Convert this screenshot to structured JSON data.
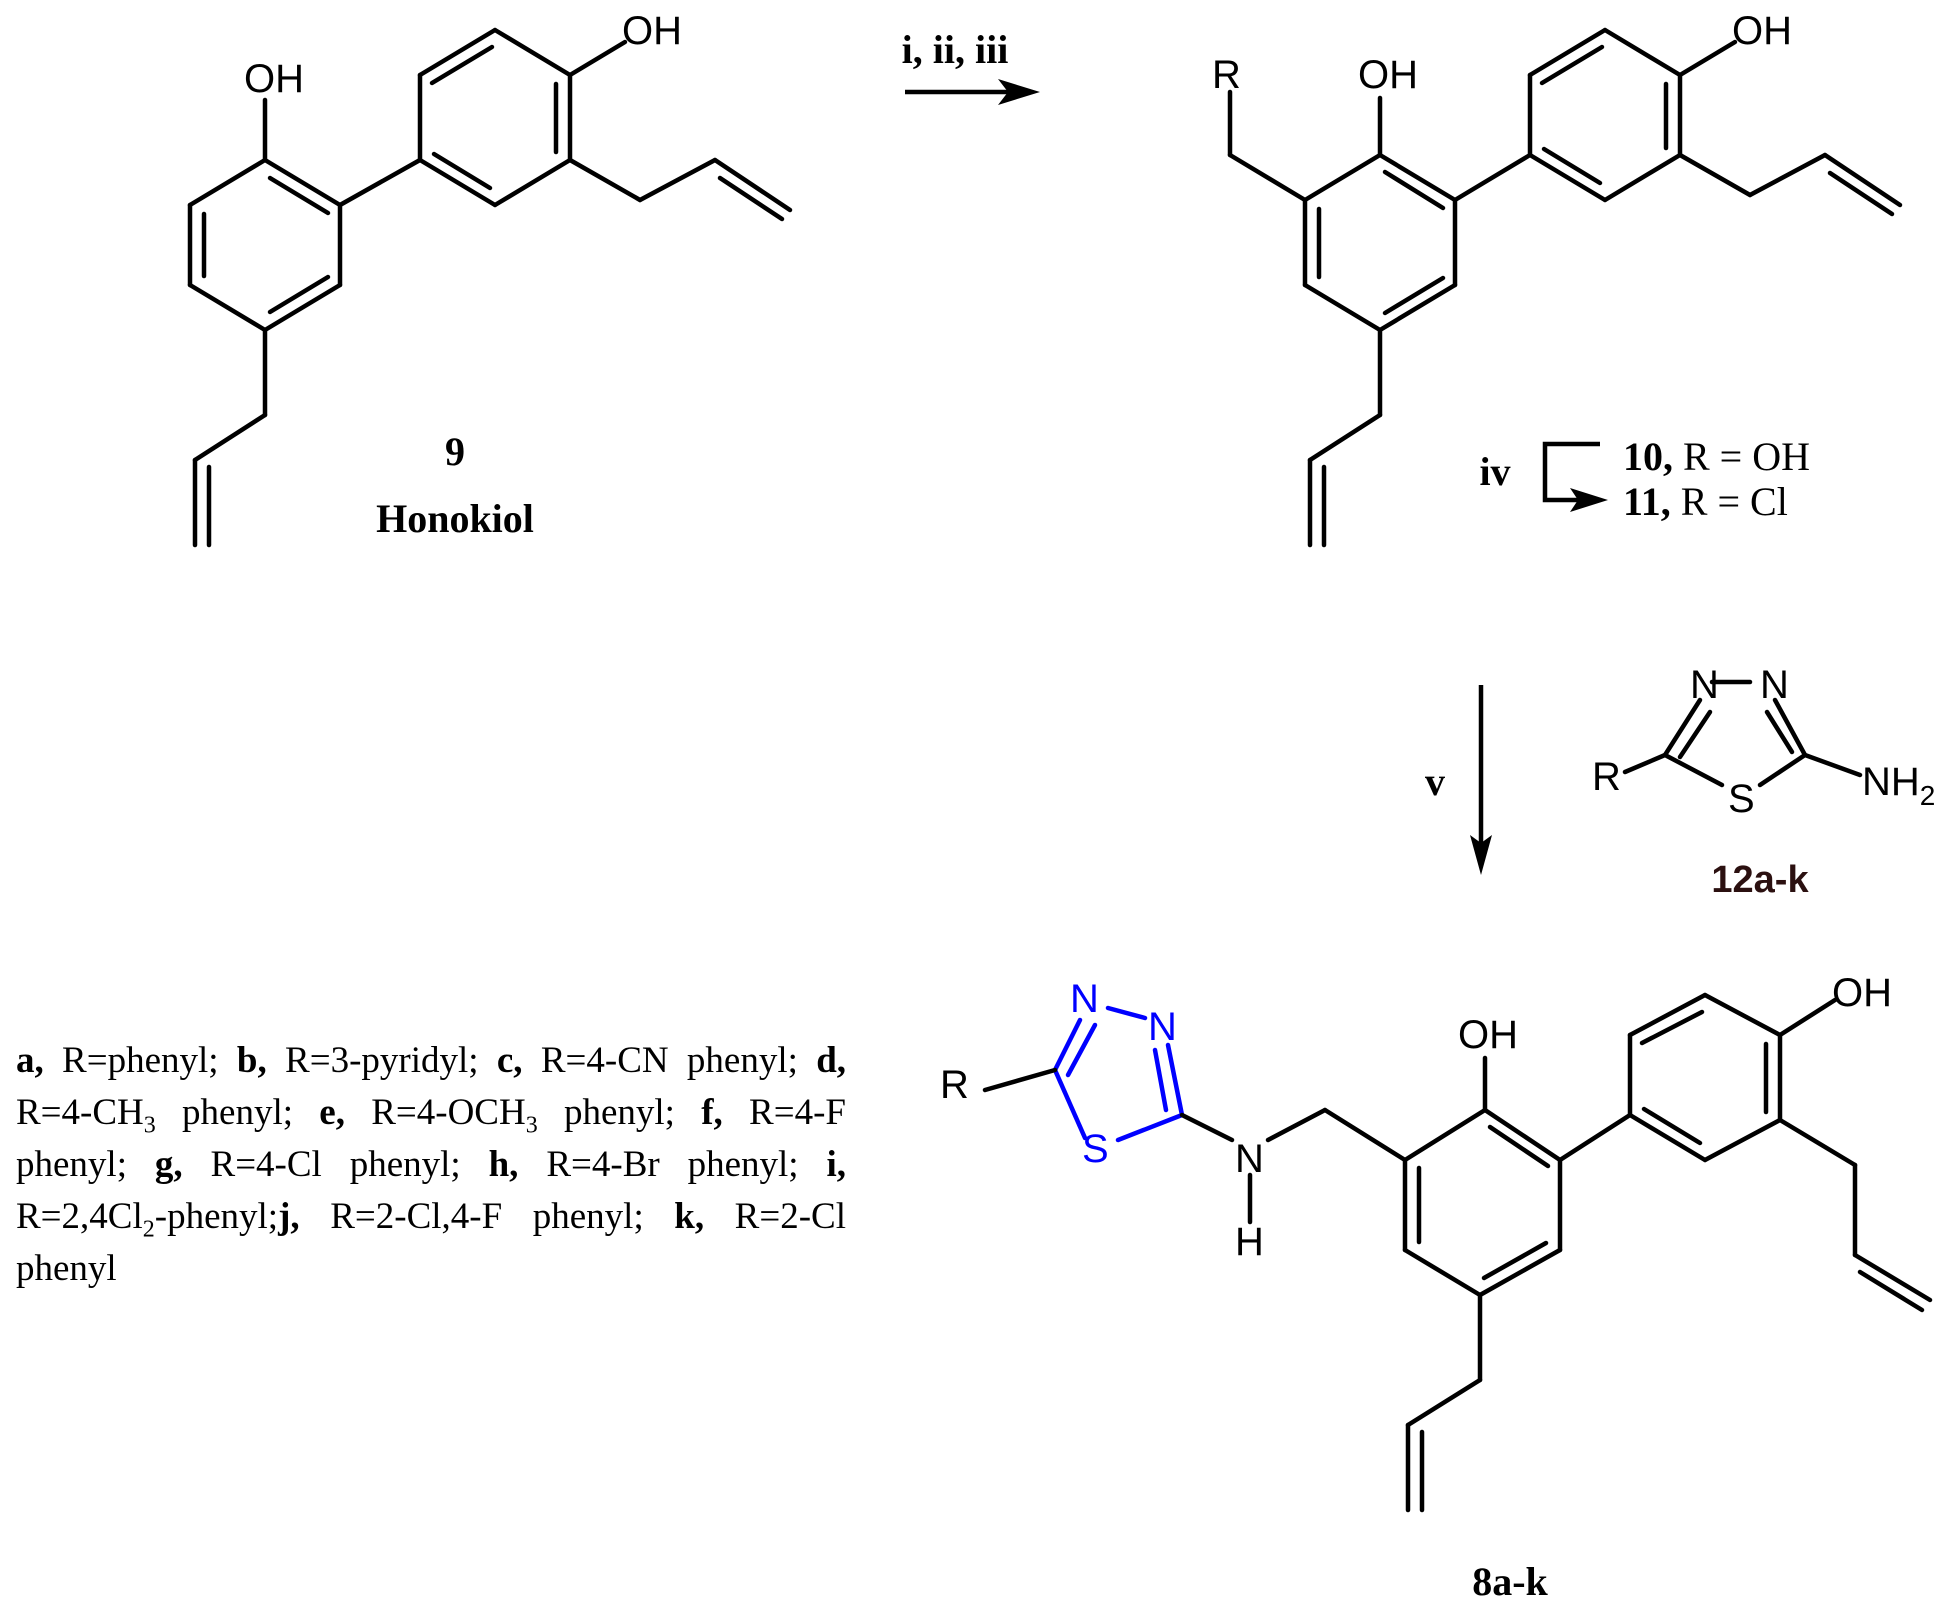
{
  "reagents_top": "i, ii, iii",
  "reagent_iv": "iv",
  "reagent_v": "v",
  "honokiol": {
    "number": "9",
    "name": "Honokiol"
  },
  "products": {
    "p10": {
      "number": "10,",
      "text": " R = OH"
    },
    "p11": {
      "number": "11,",
      "text": " R = Cl"
    }
  },
  "thiadiazole_label": "12a-k",
  "final_label": "8a-k",
  "atoms": {
    "OH": "OH",
    "R": "R",
    "N": "N",
    "S": "S",
    "H": "H",
    "NH": "NH",
    "two": "2"
  },
  "legend": [
    {
      "bold": "a,",
      "text": " R=phenyl; "
    },
    {
      "bold": "b,",
      "text": " R=3-pyridyl; "
    },
    {
      "bold": "c,",
      "text": " R=4-CN phenyl; "
    },
    {
      "bold": "d,",
      "text": " R=4-CH",
      "sub": "3",
      "after": " phenyl; "
    },
    {
      "bold": "e,",
      "text": " R=4-OCH",
      "sub": "3",
      "after": " phenyl; "
    },
    {
      "bold": "f,",
      "text": " R=4-F phenyl; "
    },
    {
      "bold": "g,",
      "text": " R=4-Cl phenyl; "
    },
    {
      "bold": "h,",
      "text": " R=4-Br phenyl; "
    },
    {
      "bold": "i,",
      "text": " R=2,4Cl",
      "sub": "2",
      "after": "-phenyl;"
    },
    {
      "bold": "j,",
      "text": " R=2-Cl,4-F phenyl; "
    },
    {
      "bold": "k,",
      "text": " R=2-Cl phenyl"
    }
  ],
  "colors": {
    "bonds": "#000000",
    "heterocycle": "#0000ff",
    "label_dark": "#2b1010"
  }
}
